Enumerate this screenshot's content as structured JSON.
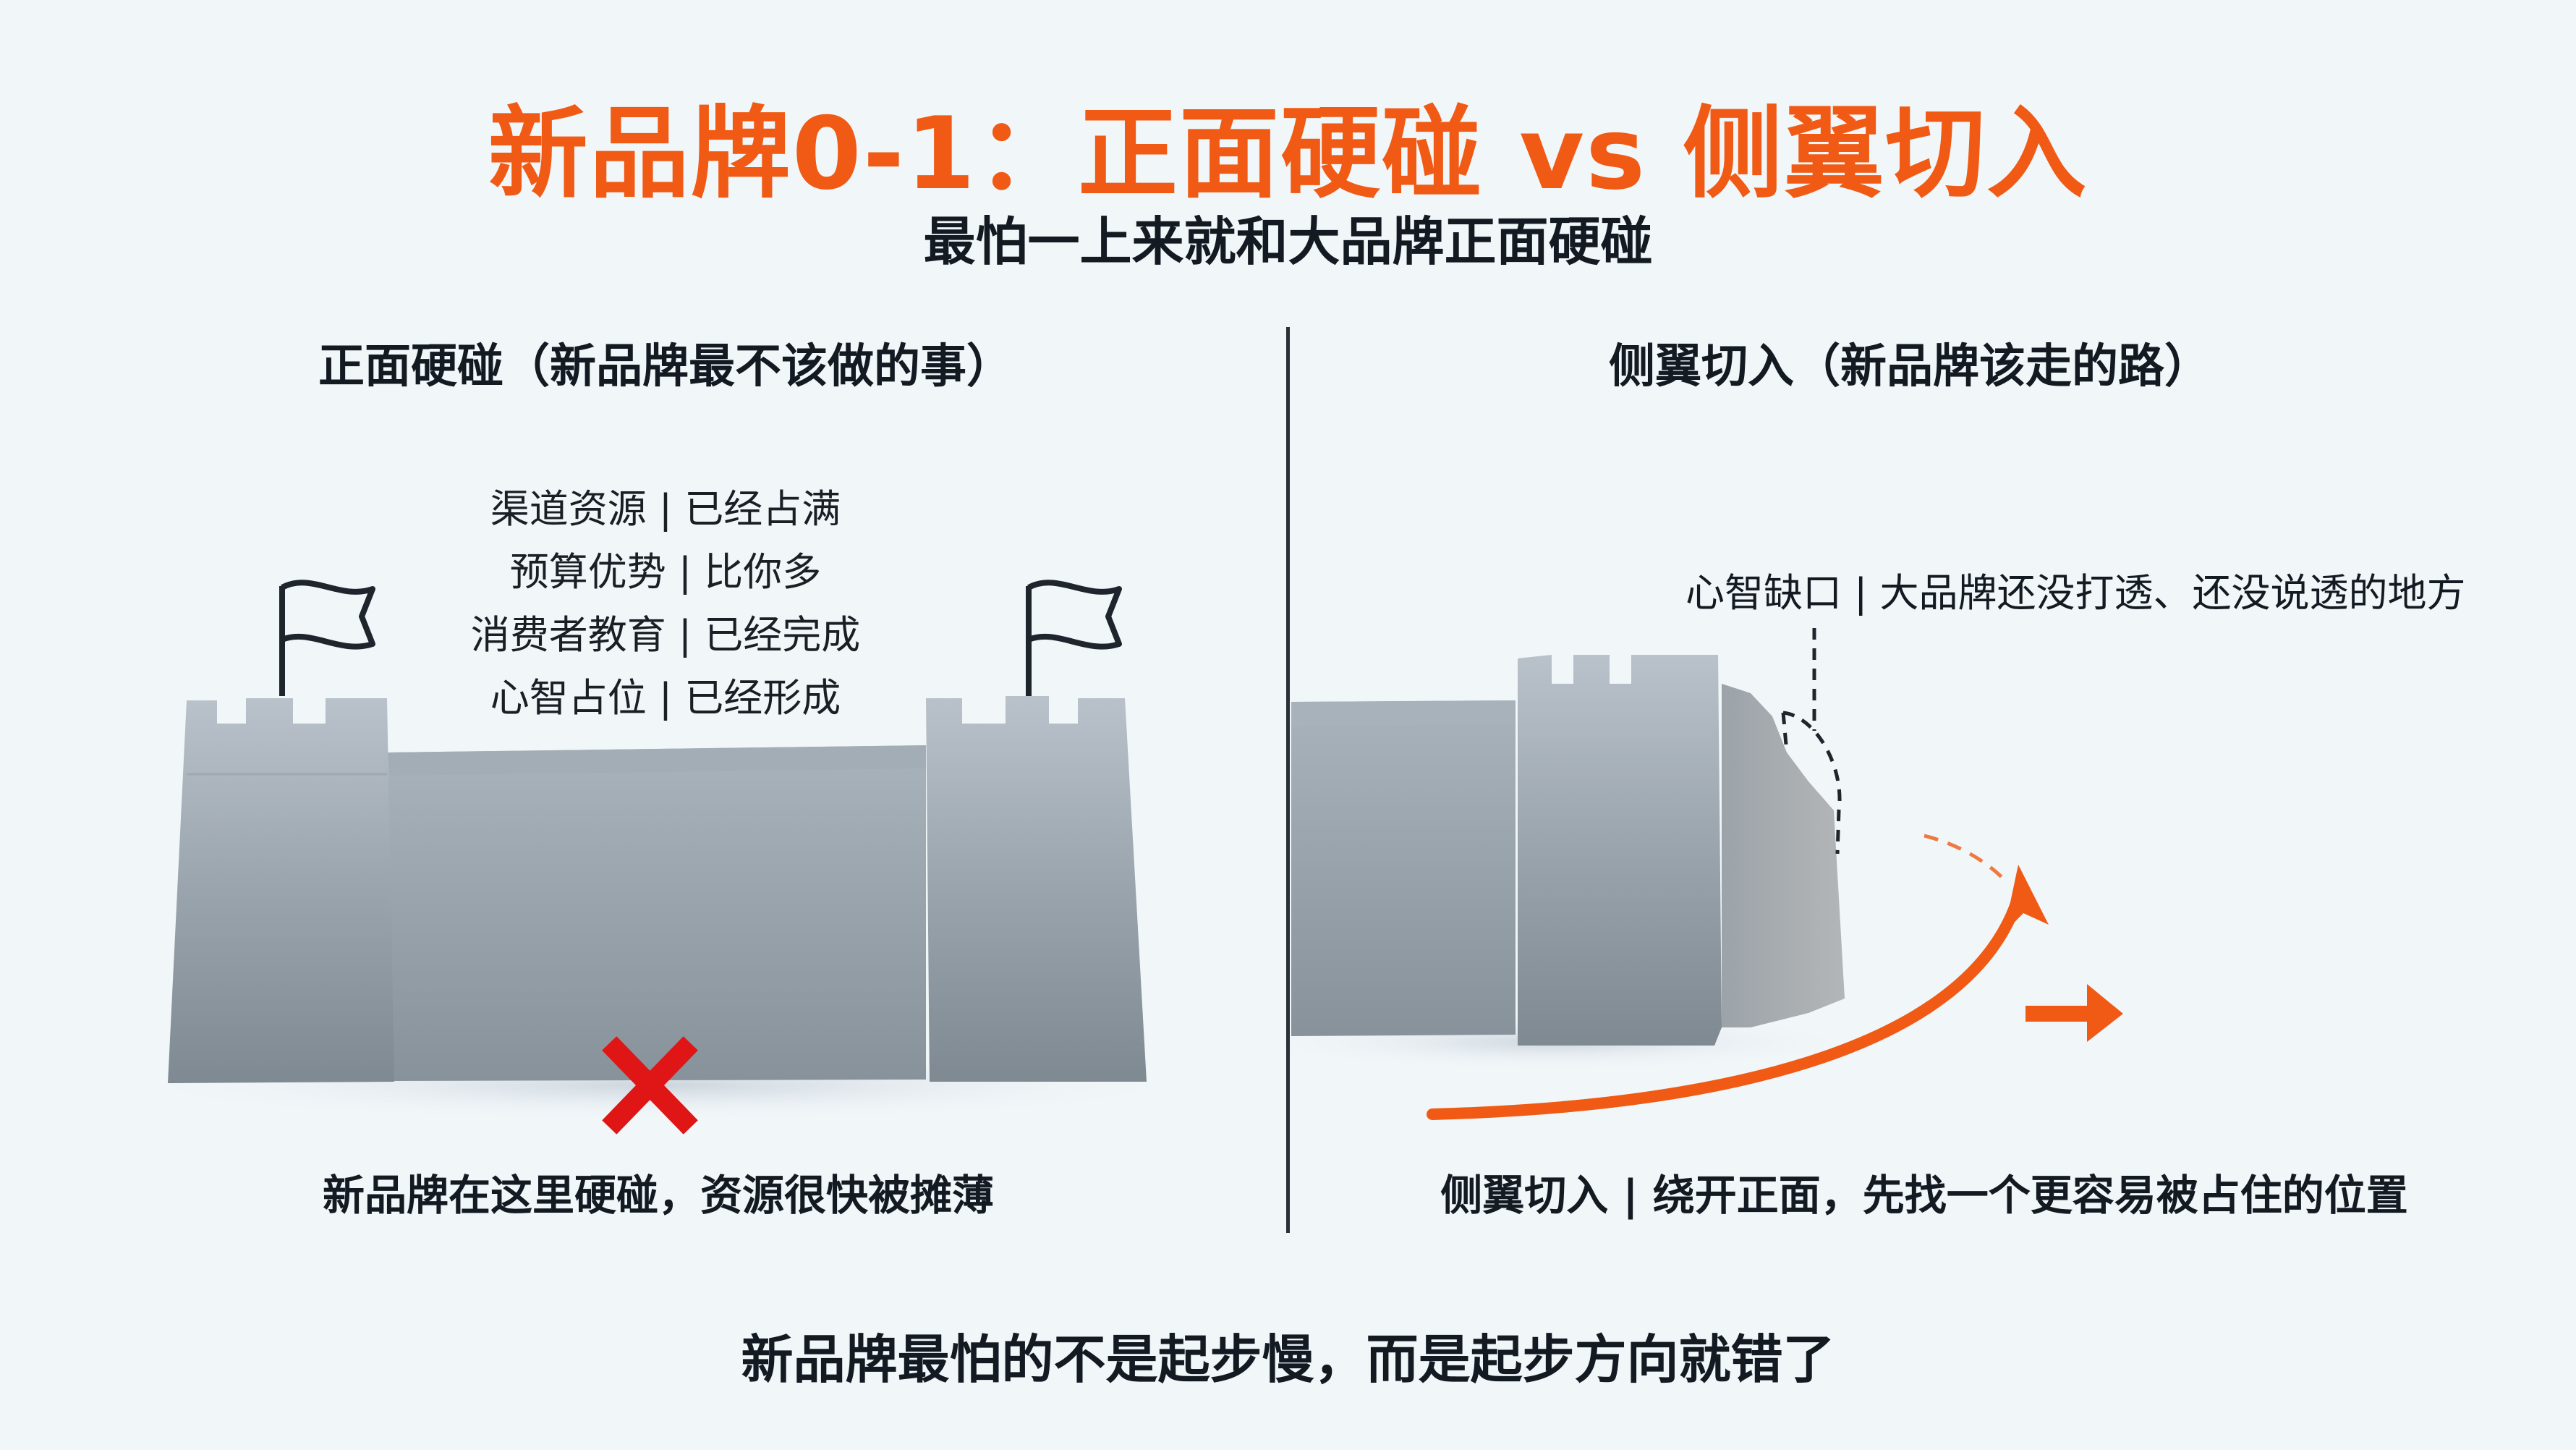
{
  "header": {
    "title": "新品牌0-1：正面硬碰 vs 侧翼切入",
    "subtitle": "最怕一上来就和大品牌正面硬碰"
  },
  "left_panel": {
    "heading": "正面硬碰（新品牌最不该做的事）",
    "facts": [
      "渠道资源 | 已经占满",
      "预算优势 | 比你多",
      "消费者教育 | 已经完成",
      "心智占位 | 已经形成"
    ],
    "caption": "新品牌在这里硬碰，资源很快被摊薄",
    "icons": [
      "flag-icon",
      "flag-icon",
      "red-x-icon"
    ]
  },
  "right_panel": {
    "heading": "侧翼切入（新品牌该走的路）",
    "gap_label": "心智缺口 | 大品牌还没打透、还没说透的地方",
    "caption": "侧翼切入 | 绕开正面，先找一个更容易被占住的位置",
    "icons": [
      "curved-arrow-icon",
      "right-arrow-icon",
      "dashed-circle-marker"
    ]
  },
  "footer": {
    "conclusion": "新品牌最怕的不是起步慢，而是起步方向就错了"
  },
  "colors": {
    "accent_orange": "#F05A14",
    "cross_red": "#E01515",
    "stone_gray": "#8F9AA4",
    "text_dark": "#141a22",
    "background": "#F1F6F9"
  }
}
